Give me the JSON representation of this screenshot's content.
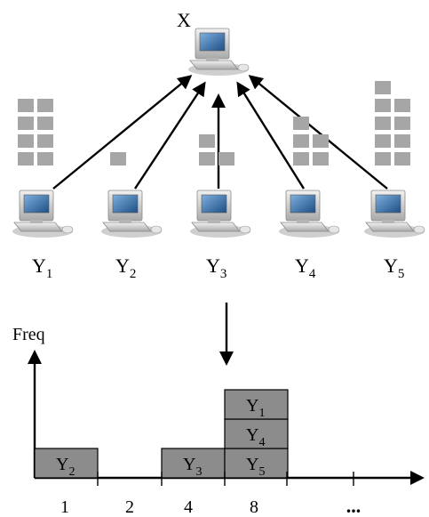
{
  "top_node": {
    "label": "X"
  },
  "clients": [
    {
      "id": "Y1",
      "base": "Y",
      "sub": "1",
      "stack_blocks": 8
    },
    {
      "id": "Y2",
      "base": "Y",
      "sub": "2",
      "stack_blocks": 1
    },
    {
      "id": "Y3",
      "base": "Y",
      "sub": "3",
      "stack_blocks": 3
    },
    {
      "id": "Y4",
      "base": "Y",
      "sub": "4",
      "stack_blocks": 5
    },
    {
      "id": "Y5",
      "base": "Y",
      "sub": "5",
      "stack_blocks": 9
    }
  ],
  "histogram": {
    "ylabel": "Freq",
    "x_ticks": [
      "1",
      "2",
      "4",
      "8",
      "..."
    ],
    "bins": [
      {
        "tick": "1",
        "boxes": [
          {
            "base": "Y",
            "sub": "2"
          }
        ]
      },
      {
        "tick": "2",
        "boxes": []
      },
      {
        "tick": "4",
        "boxes": [
          {
            "base": "Y",
            "sub": "3"
          }
        ]
      },
      {
        "tick": "8",
        "boxes": [
          {
            "base": "Y",
            "sub": "5"
          },
          {
            "base": "Y",
            "sub": "4"
          },
          {
            "base": "Y",
            "sub": "1"
          }
        ]
      }
    ]
  },
  "colors": {
    "block": "#a6a6a6",
    "box_fill": "#8c8c8c",
    "screen": "#2f6fb0",
    "arrow": "#000000"
  },
  "icons": [
    "computer-icon",
    "arrow-up-icon",
    "arrow-down-icon"
  ]
}
